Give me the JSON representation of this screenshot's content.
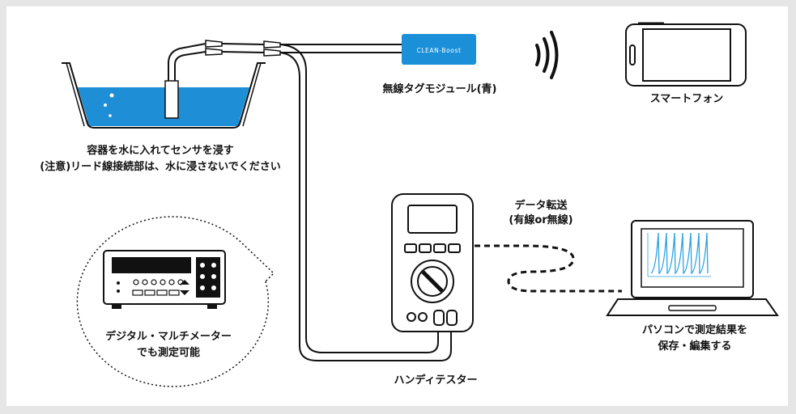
{
  "labels": {
    "tag_brand": "CLEAN-Boost",
    "tag_module": "無線タグモジュール(青)",
    "smartphone": "スマートフォン",
    "container_line1": "容器を水に入れてセンサを浸す",
    "container_line2": "(注意)リード線接続部は、水に浸さないでください",
    "transfer_line1": "データ転送",
    "transfer_line2": "(有線or無線)",
    "digital_line1": "デジタル・マルチメーター",
    "digital_line2": "でも測定可能",
    "pc_line1": "パソコンで測定結果を",
    "pc_line2": "保存・編集する",
    "handy_tester": "ハンディテスター"
  },
  "colors": {
    "water": "#1e8fd6",
    "tag_module": "#1b8fd8",
    "graph_line": "#2aa3e0",
    "line": "#111111"
  }
}
